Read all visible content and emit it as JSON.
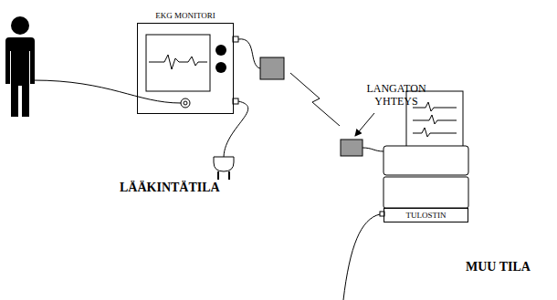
{
  "diagram": {
    "nodes": [
      {
        "text": [
          "EKG MONITORI"
        ]
      },
      {
        "text": [
          "TULOSTIN"
        ]
      }
    ],
    "labels": [
      "LANGATON YHTEYS",
      "LÄÄKINTÄTILA",
      "MUU TILA"
    ]
  }
}
